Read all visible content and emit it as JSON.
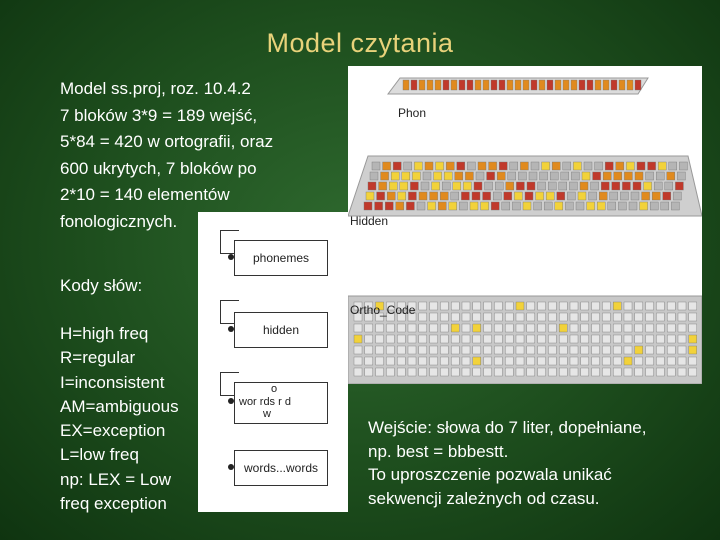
{
  "title": "Model czytania",
  "intro_lines": [
    "Model ss.proj, roz. 10.4.2",
    "7 bloków 3*9 = 189 wejść,",
    "5*84 = 420 w ortografii, oraz",
    "600 ukrytych, 7 bloków po",
    "2*10 = 140 elementów",
    "fonologicznych."
  ],
  "codes_heading": "Kody słów:",
  "codes": [
    "H=high freq",
    "R=regular",
    "I=inconsistent",
    "AM=ambiguous",
    "EX=exception",
    "L=low freq",
    "np: LEX = Low",
    "freq exception"
  ],
  "network": {
    "phonemes": "phonemes",
    "hidden": "hidden",
    "wr_top": "o",
    "wr_main": "wor  rds  r   d",
    "wr_bottom": "w",
    "words": "words...words"
  },
  "layers": {
    "phon": "Phon",
    "hidden": "Hidden",
    "ortho": "Ortho_Code"
  },
  "input_lines": [
    "Wejście: słowa do 7 liter, dopełniane,",
    "np. best = bbbestt.",
    "To uproszczenie pozwala unikać",
    "sekwencji zależnych od czasu."
  ],
  "colors": {
    "title": "#e8d27a",
    "text": "#ffffff",
    "unit_red": "#c0392b",
    "unit_orange": "#e08a1e",
    "unit_yellow": "#f2d23a",
    "grid": "#b5b5b5"
  }
}
